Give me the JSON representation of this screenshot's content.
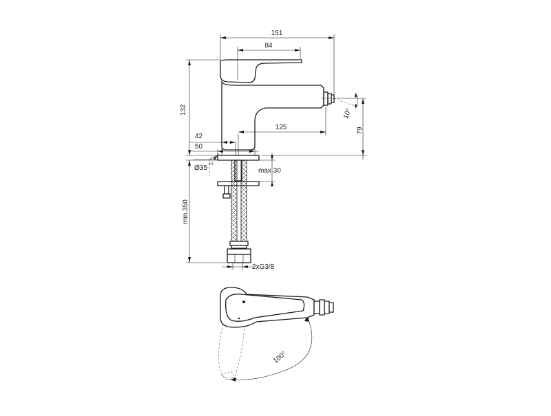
{
  "dimensions": {
    "overall_length": "151",
    "lever_length": "84",
    "total_height": "132",
    "spout_reach": "125",
    "spout_height": "79",
    "spray_angle": "10°",
    "base_42": "42",
    "base_50": "50",
    "hole_diameter": "Ø35",
    "hole_tolerance": "+2",
    "max_deck_thickness": "max 30",
    "hose_length": "min.350",
    "connection": "2xG3/8",
    "lever_rotation": "100°"
  },
  "colors": {
    "line": "#1a1a1a",
    "background": "#ffffff"
  }
}
